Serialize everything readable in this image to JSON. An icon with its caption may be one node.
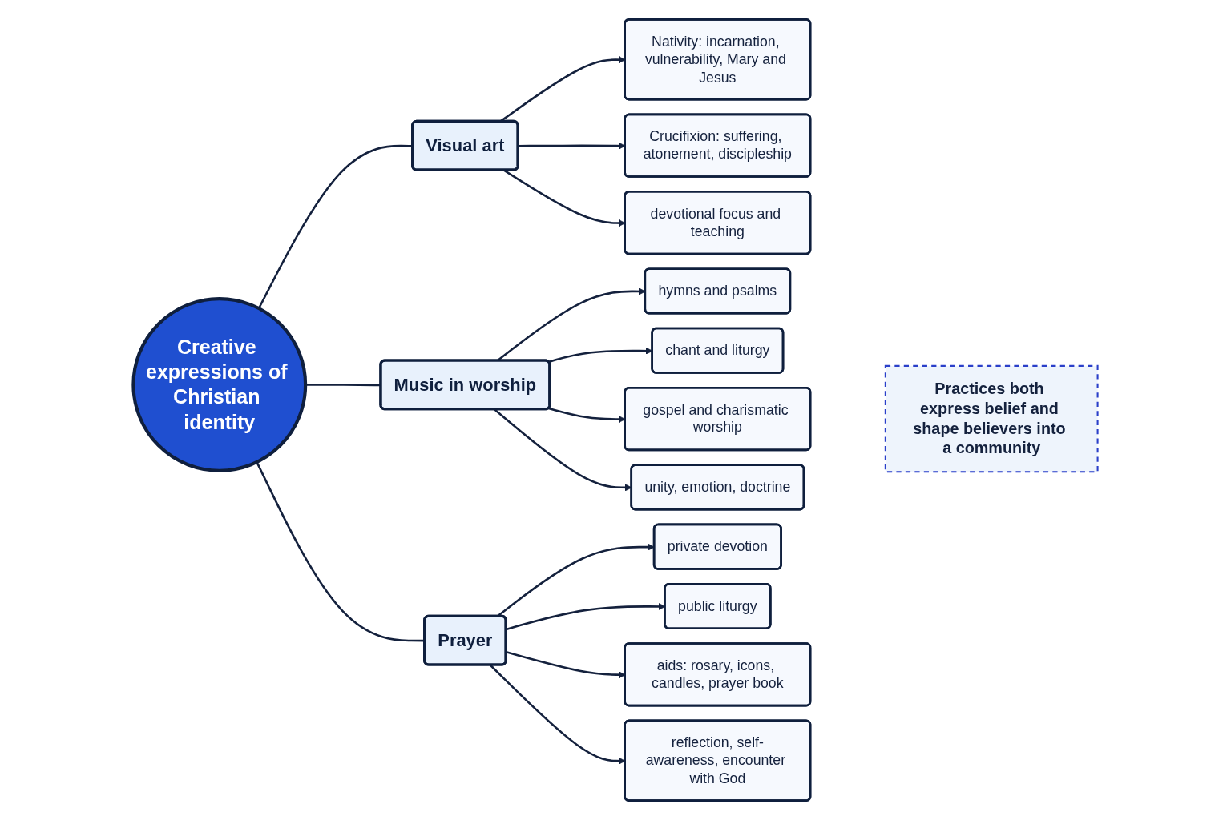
{
  "diagram": {
    "nodes": [
      {
        "text": [
          "Creative expressions of Christian identity"
        ]
      },
      {
        "text": [
          "Visual art"
        ]
      },
      {
        "text": [
          "Nativity: incarnation, vulnerability, Mary and Jesus"
        ]
      },
      {
        "text": [
          "Crucifixion: suffering, atonement, discipleship"
        ]
      },
      {
        "text": [
          "devotional focus and teaching"
        ]
      },
      {
        "text": [
          "Music in worship"
        ]
      },
      {
        "text": [
          "hymns and psalms"
        ]
      },
      {
        "text": [
          "chant and liturgy"
        ]
      },
      {
        "text": [
          "gospel and charismatic worship"
        ]
      },
      {
        "text": [
          "unity, emotion, doctrine"
        ]
      },
      {
        "text": [
          "Prayer"
        ]
      },
      {
        "text": [
          "private devotion"
        ]
      },
      {
        "text": [
          "public liturgy"
        ]
      },
      {
        "text": [
          "aids: rosary, icons, candles, prayer book"
        ]
      },
      {
        "text": [
          "reflection, self-awareness, encounter with God"
        ]
      },
      {
        "text": [
          "Practices both express belief and shape believers into a community"
        ]
      }
    ],
    "edges": [
      {
        "from": 0,
        "to": 1,
        "arrow": "none"
      },
      {
        "from": 0,
        "to": 5,
        "arrow": "none"
      },
      {
        "from": 0,
        "to": 10,
        "arrow": "none"
      },
      {
        "from": 1,
        "to": 2,
        "arrow": "to"
      },
      {
        "from": 1,
        "to": 3,
        "arrow": "to"
      },
      {
        "from": 1,
        "to": 4,
        "arrow": "to"
      },
      {
        "from": 5,
        "to": 6,
        "arrow": "to"
      },
      {
        "from": 5,
        "to": 7,
        "arrow": "to"
      },
      {
        "from": 5,
        "to": 8,
        "arrow": "to"
      },
      {
        "from": 5,
        "to": 9,
        "arrow": "to"
      },
      {
        "from": 10,
        "to": 11,
        "arrow": "to"
      },
      {
        "from": 10,
        "to": 12,
        "arrow": "to"
      },
      {
        "from": 10,
        "to": 13,
        "arrow": "to"
      },
      {
        "from": 10,
        "to": 14,
        "arrow": "to"
      }
    ]
  }
}
